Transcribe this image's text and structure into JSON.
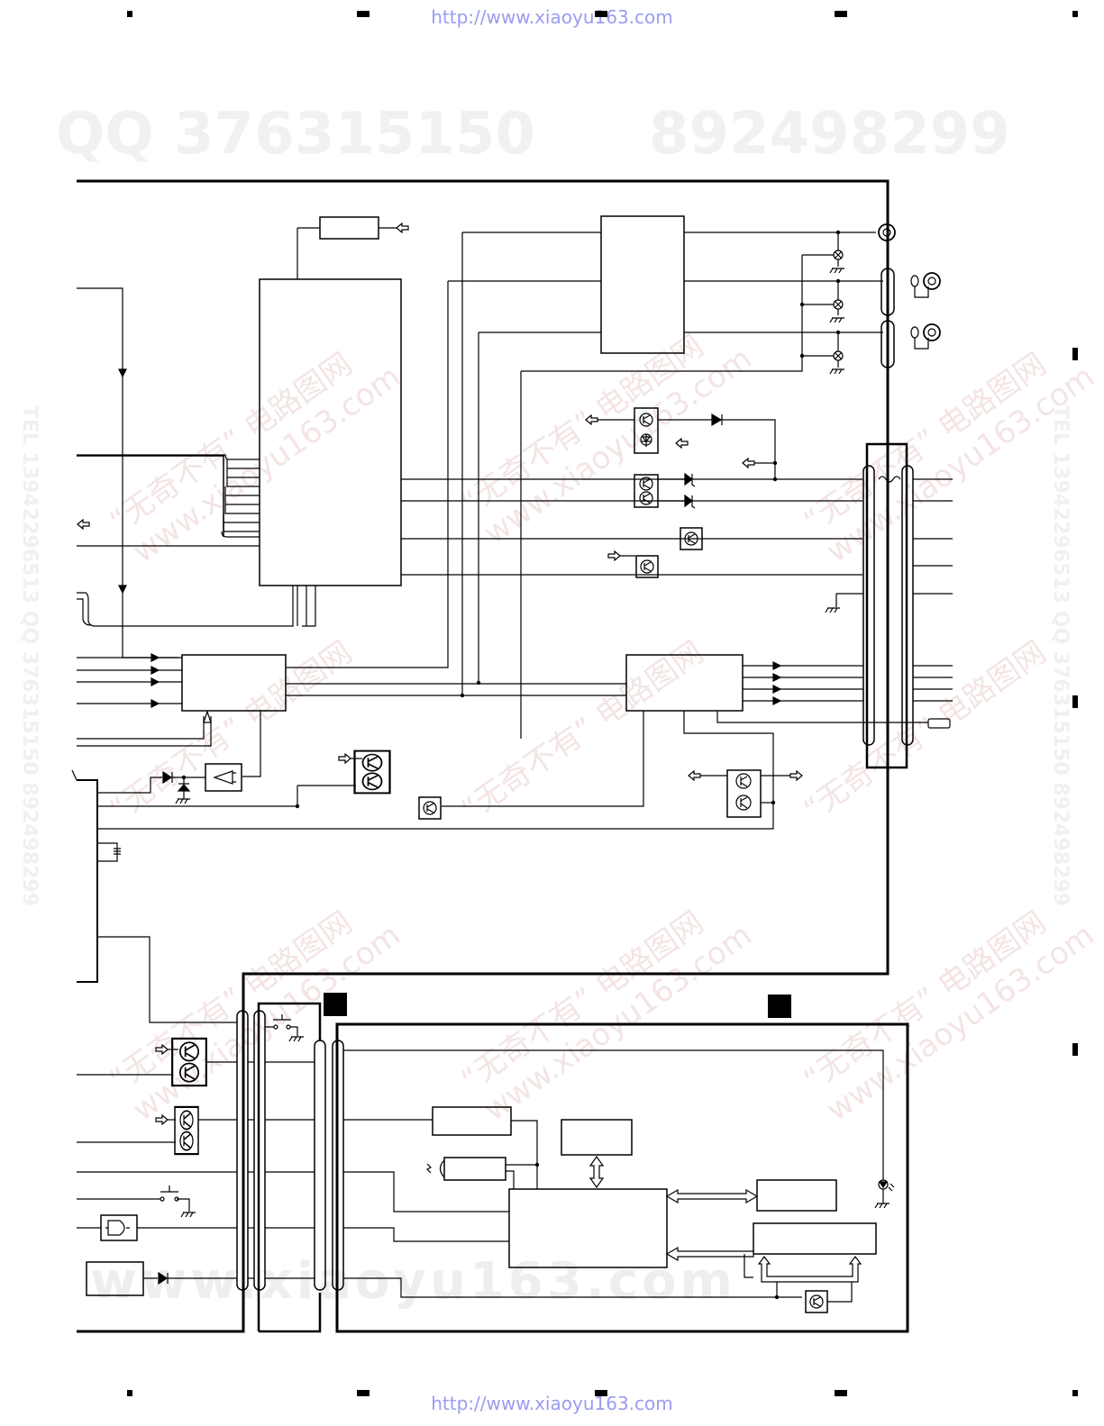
{
  "header": {
    "url": "http://www.xiaoyu163.com"
  },
  "footer": {
    "url": "http://www.xiaoyu163.com"
  },
  "watermarks": {
    "qq": "QQ 376315150",
    "num": "892498299",
    "tel_vertical": "TEL 13942296513  QQ 376315150  892498299",
    "www": "www.xiaoyu163.com",
    "diag_a": "“无奇不有”  电路图网",
    "diag_b": "www.xiaoyu163.com"
  },
  "colors": {
    "line": "#000000",
    "url": "#9a9cf0",
    "watermark": "#f1f1f1"
  },
  "icons": [
    "transistor-icon",
    "lamp-icon",
    "ground-icon",
    "arrow-icon",
    "diode-icon",
    "zener-icon",
    "coax-jack-icon",
    "switch-icon",
    "led-icon",
    "sensor-icon",
    "amplifier-icon",
    "crystal-icon",
    "connector-icon"
  ]
}
